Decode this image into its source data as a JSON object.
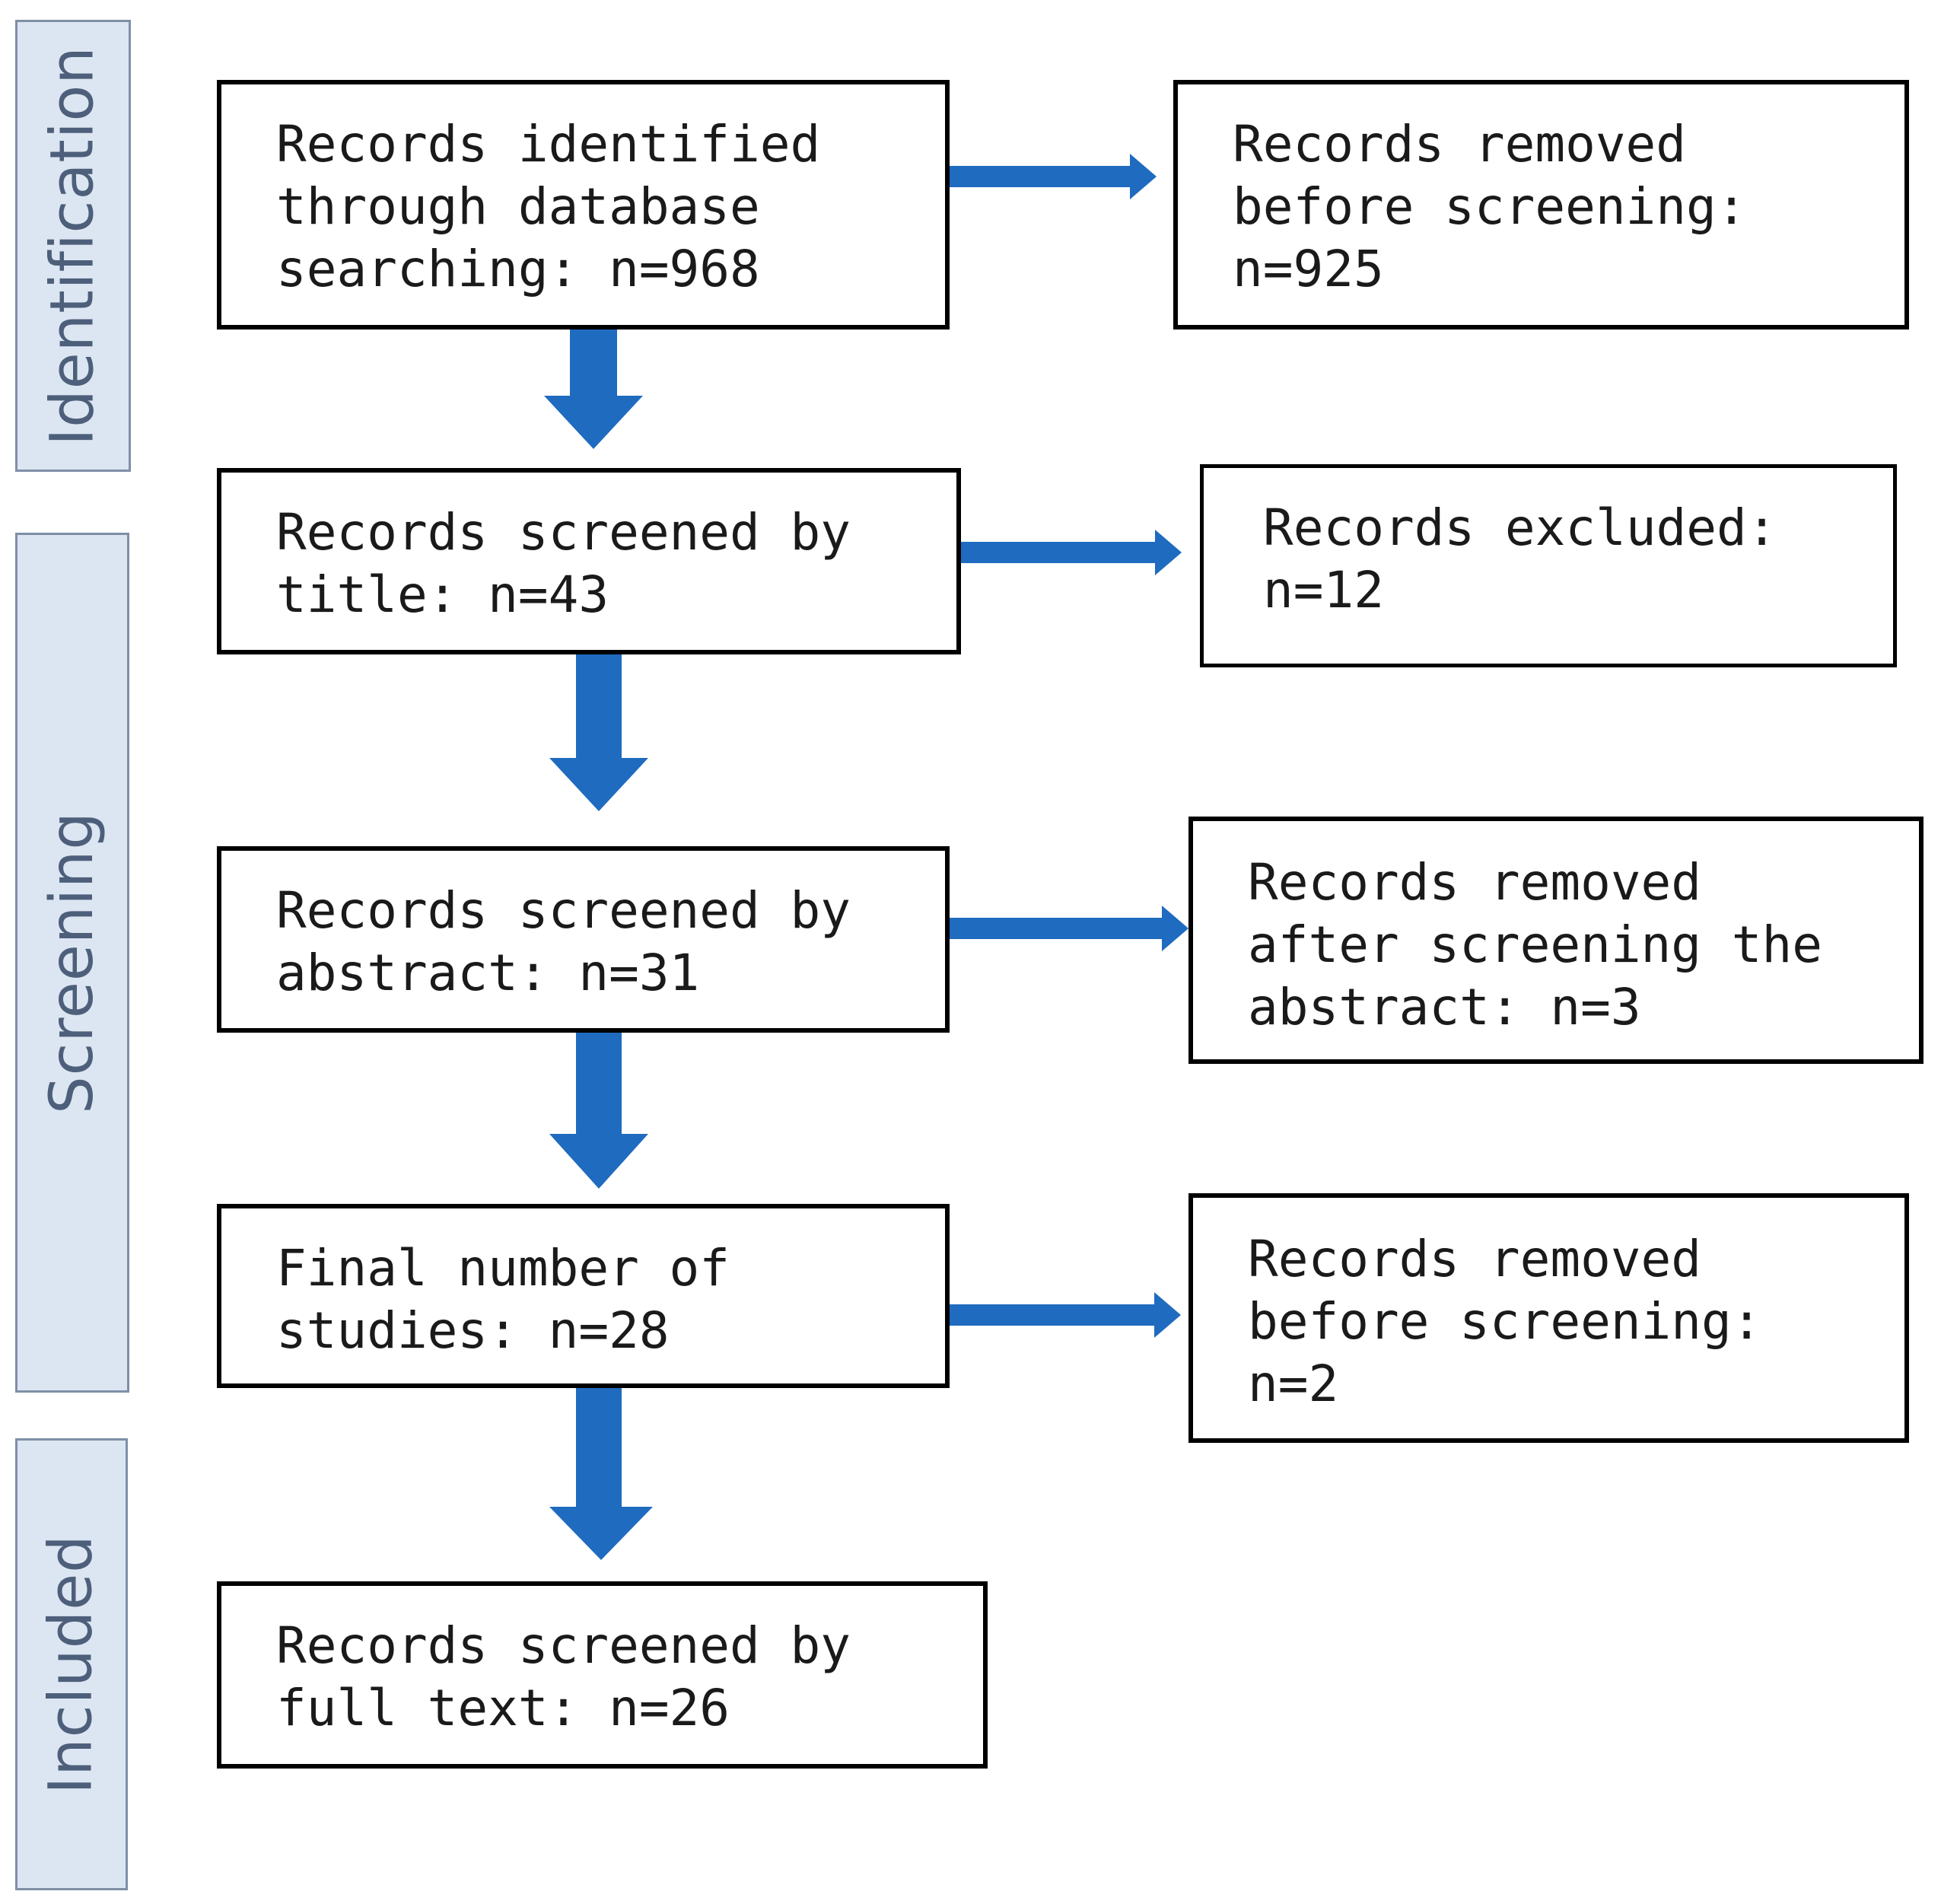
{
  "phases": {
    "identification": "Identification",
    "screening": "Screening",
    "included": "Included"
  },
  "boxes": {
    "identified": "Records identified\nthrough database\nsearching: n=968",
    "removed_before": "Records removed\nbefore screening:\nn=925",
    "title": "Records screened by\ntitle: n=43",
    "excluded": "Records excluded:\nn=12",
    "abstract": "Records screened by\nabstract: n=31",
    "removed_abstract": "Records removed\nafter screening the\nabstract: n=3",
    "final": "Final number of\nstudies: n=28",
    "removed_final": "Records removed\nbefore screening:\nn=2",
    "fulltext": "Records screened by\nfull text: n=26"
  },
  "colors": {
    "arrow": "#1f6bbf",
    "phase_fill": "#dce6f2",
    "box_border": "#000000"
  }
}
